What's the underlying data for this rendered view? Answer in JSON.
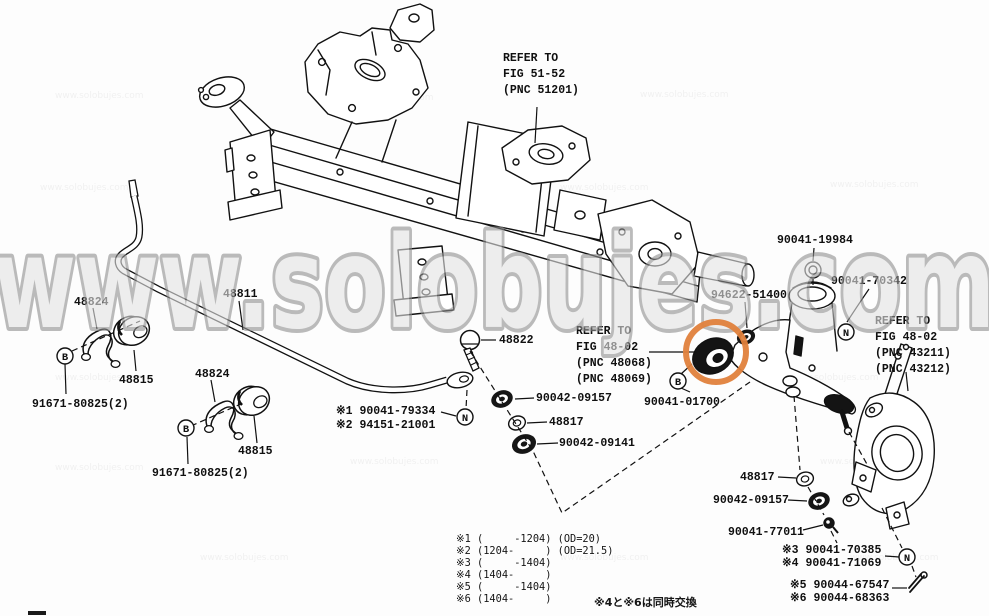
{
  "watermark": {
    "text": "www.solobujes.com"
  },
  "colors": {
    "line": "#111111",
    "highlight_circle": "#e0813c",
    "watermark_gray": "#8f8f8f",
    "watermark_fill": "#e4e4e4"
  },
  "refer_notes": {
    "fig51": "REFER TO\nFIG 51-52\n(PNC 51201)",
    "fig48_arm": "REFER TO\nFIG 48-02\n(PNC 48068)\n(PNC 48069)",
    "fig48_knuckle": "REFER TO\nFIG 48-02\n(PNC 43211)\n(PNC 43212)"
  },
  "parts": {
    "p48811": "48811",
    "p48824_front": "48824",
    "p48815_front": "48815",
    "p91671_front": "91671-80825(2)",
    "p48824_rear": "48824",
    "p48815_rear": "48815",
    "p91671_rear": "91671-80825(2)",
    "p48822": "48822",
    "p90042_09157_link": "90042-09157",
    "p48817_link": "48817",
    "p90042_09141": "90042-09141",
    "p90041_19984": "90041-19984",
    "p90041_70342": "90041-70342",
    "p94622_51400": "94622-51400",
    "p90041_01700": "90041-01700",
    "p48817_arm": "48817",
    "p90042_09157_arm": "90042-09157",
    "p90041_77011": "90041-77011"
  },
  "numbered_notes": {
    "n1": "※1 90041-79334",
    "n2": "※2 94151-21001",
    "n3": "※3 90041-70385",
    "n4": "※4 90041-71069",
    "n5": "※5 90044-67547",
    "n6": "※6 90044-68363"
  },
  "legend": {
    "rows": [
      "※1 (     -1204) (OD=20)",
      "※2 (1204-     ) (OD=21.5)",
      "※3 (     -1404)",
      "※4 (1404-     )",
      "※5 (     -1404)",
      "※6 (1404-     )"
    ],
    "note": "※4と※6は同時交換"
  },
  "callouts": {
    "b_front": "B",
    "b_rear": "B",
    "n_link": "N",
    "b_arm": "B",
    "n_arm": "N",
    "n_knuckle": "N"
  }
}
